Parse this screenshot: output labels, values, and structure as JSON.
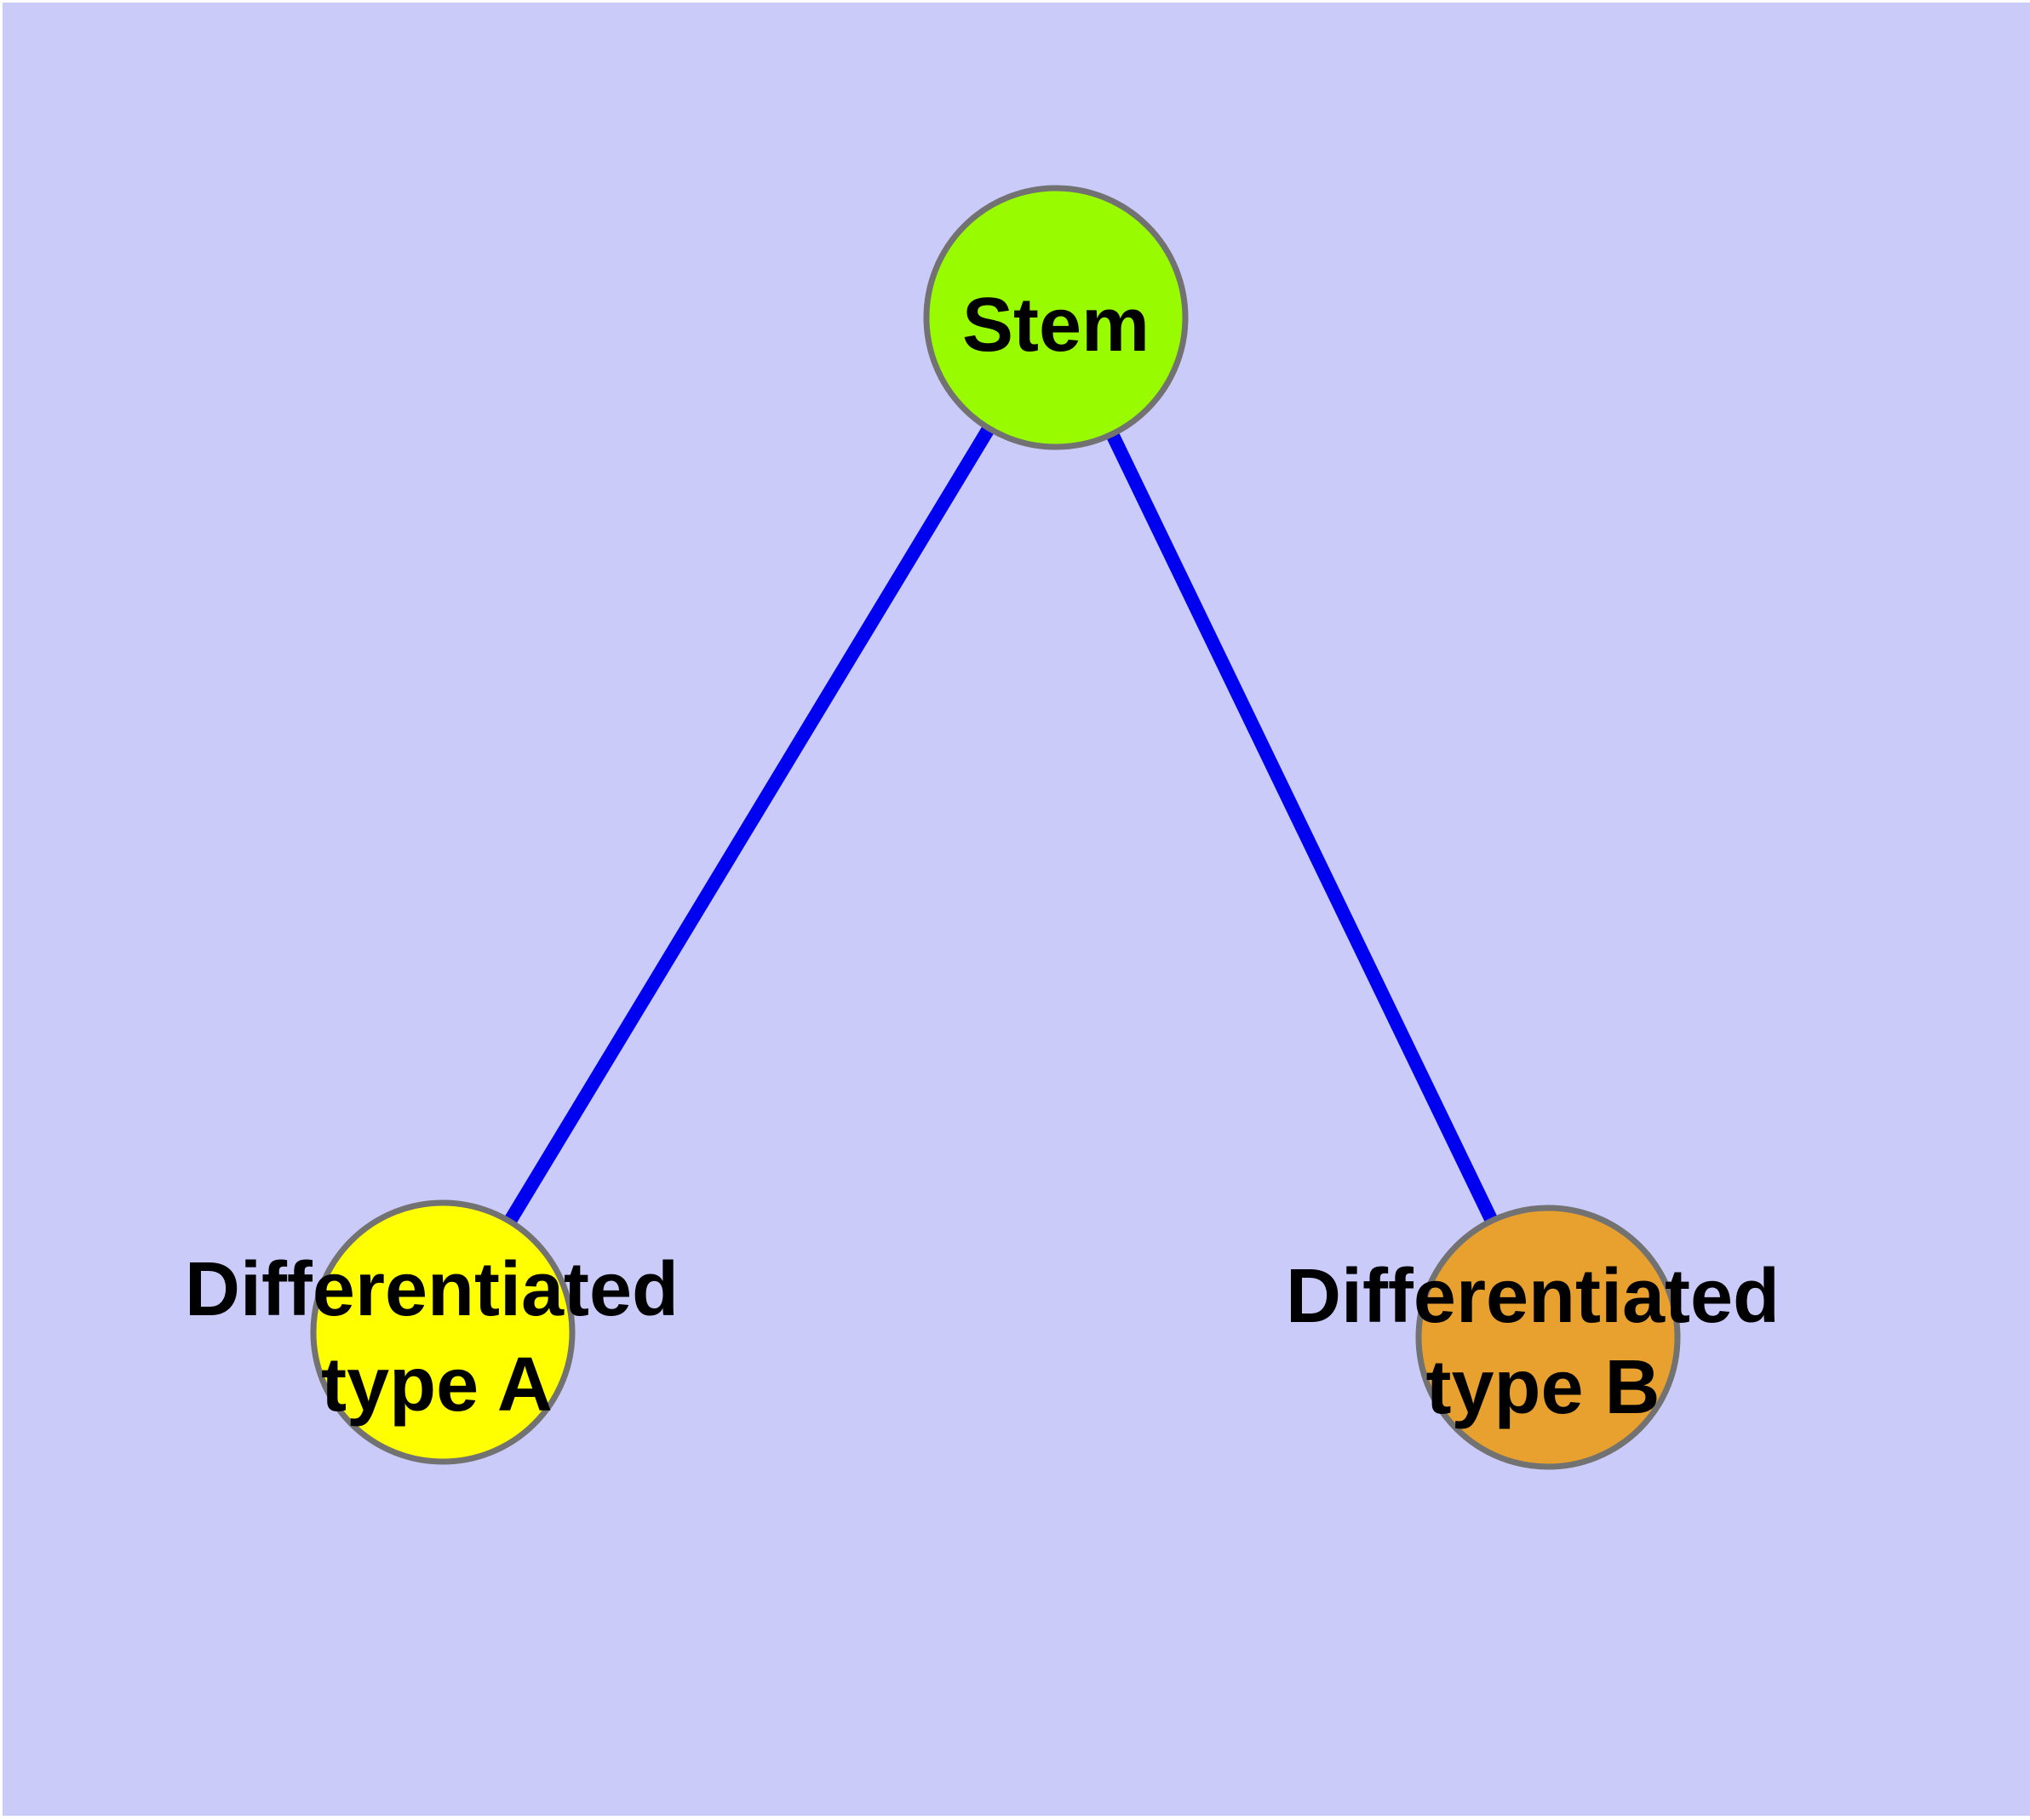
{
  "diagram": {
    "type": "graph",
    "description": "Cell differentiation hierarchy: stem node with two differentiated child types",
    "background_color": "#cbcbf9",
    "page_color": "#ffffff",
    "edge_color": "#0000f0",
    "node_border_color": "#727272",
    "label_color": "#000000",
    "nodes": [
      {
        "id": "stem",
        "label": "Stem",
        "label_lines": [
          "Stem"
        ],
        "fill": "#99fb00"
      },
      {
        "id": "differentiated-type-a",
        "label": "Differentiated type A",
        "label_lines": [
          "Differentiated",
          "type A"
        ],
        "fill": "#ffff00"
      },
      {
        "id": "differentiated-type-b",
        "label": "Differentiated type B",
        "label_lines": [
          "Differentiated",
          "type B"
        ],
        "fill": "#e8a02e"
      }
    ],
    "edges": [
      {
        "from": "stem",
        "to": "differentiated-type-a"
      },
      {
        "from": "stem",
        "to": "differentiated-type-b"
      }
    ]
  }
}
